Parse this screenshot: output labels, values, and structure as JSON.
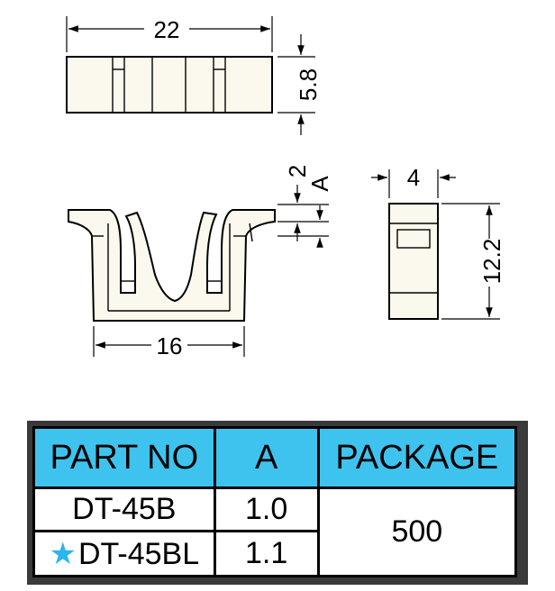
{
  "dimensions": {
    "width": "22",
    "height": "5.8",
    "gap": "2",
    "gap_label": "A",
    "base_width": "16",
    "side_width": "4",
    "side_height": "12.2"
  },
  "table": {
    "headers": [
      "PART NO",
      "A",
      "PACKAGE"
    ],
    "rows": [
      {
        "part_no": "DT-45B",
        "a": "1.0",
        "starred": false
      },
      {
        "part_no": "DT-45BL",
        "a": "1.1",
        "starred": true
      }
    ],
    "package": "500"
  },
  "colors": {
    "header_bg": "#3ec3ee",
    "star": "#29b6ec",
    "part_fill": "#fbf8ee"
  },
  "icons": {
    "star": "star-icon"
  }
}
